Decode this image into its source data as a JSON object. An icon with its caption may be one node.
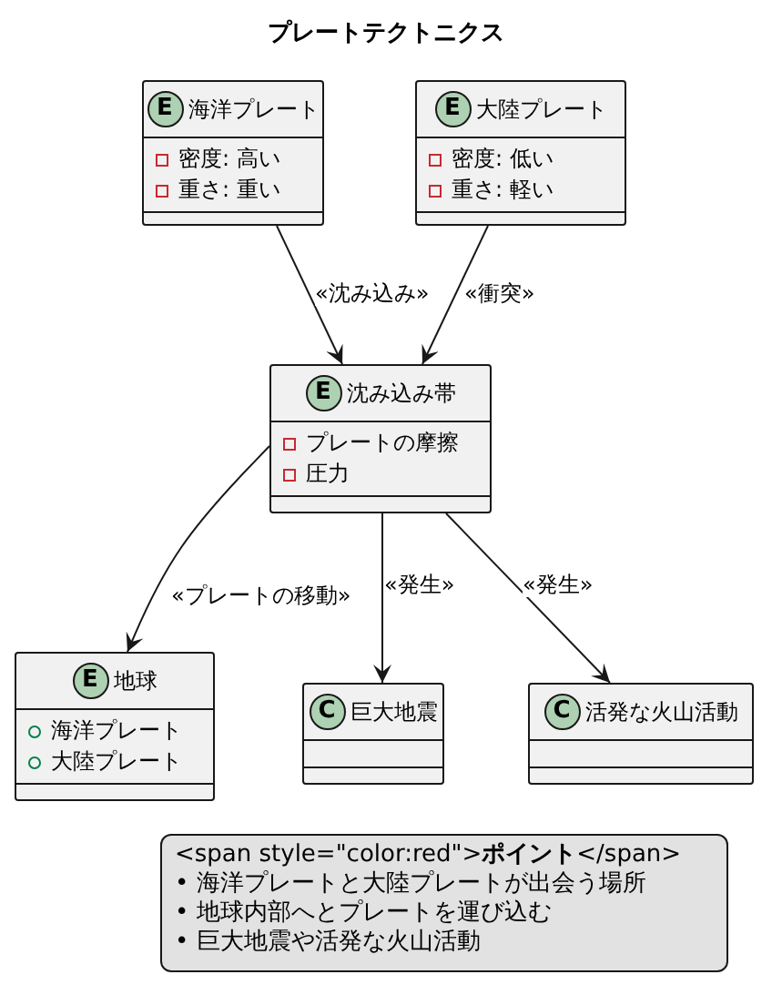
{
  "diagram": {
    "title": "プレートテクトニクス",
    "nodes": [
      {
        "text": [
          "E",
          "海洋プレート",
          "密度: 高い",
          "重さ: 重い"
        ]
      },
      {
        "text": [
          "E",
          "大陸プレート",
          "密度: 低い",
          "重さ: 軽い"
        ]
      },
      {
        "text": [
          "E",
          "沈み込み帯",
          "プレートの摩擦",
          "圧力"
        ]
      },
      {
        "text": [
          "E",
          "地球",
          "海洋プレート",
          "大陸プレート"
        ]
      },
      {
        "text": [
          "C",
          "巨大地震"
        ]
      },
      {
        "text": [
          "C",
          "活発な火山活動"
        ]
      },
      {
        "text": [
          "<span style=\"color:red\">**ポイント**</span>",
          "• 海洋プレートと大陸プレートが出会う場所",
          "• 地球内部へとプレートを運び込む",
          "• 巨大地震や活発な火山活動"
        ]
      }
    ],
    "edges": [
      {
        "from": 0,
        "to": 2,
        "arrow": "to",
        "label": "«沈み込み»"
      },
      {
        "from": 1,
        "to": 2,
        "arrow": "to",
        "label": "«衝突»"
      },
      {
        "from": 2,
        "to": 3,
        "arrow": "to",
        "label": "«プレートの移動»"
      },
      {
        "from": 2,
        "to": 4,
        "arrow": "to",
        "label": "«発生»"
      },
      {
        "from": 2,
        "to": 5,
        "arrow": "to",
        "label": "«発生»"
      }
    ]
  }
}
